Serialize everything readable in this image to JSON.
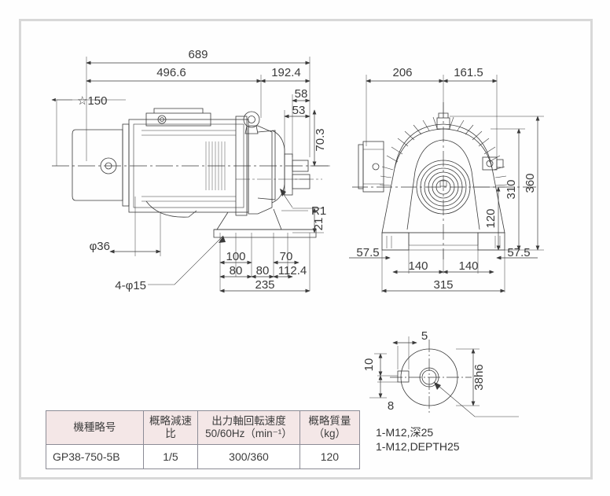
{
  "drawing": {
    "title": "GP38-750-5B gear motor outline dimension drawing",
    "side_view": {
      "dimensions": {
        "overall_length": "689",
        "motor_length": "496.6",
        "gear_length": "192.4",
        "star_mark": "☆150",
        "d58": "58",
        "d53": "53",
        "height_shaft": "70.3",
        "radius": "R1",
        "shaft_dia": "φ36",
        "foot_hole_note": "4-φ15",
        "b100": "100",
        "b70": "70",
        "b80_left": "80",
        "b80_right": "80",
        "b112_4": "112.4",
        "b235": "235",
        "b21": "21"
      }
    },
    "end_view": {
      "dimensions": {
        "w206": "206",
        "w161_5": "161.5",
        "h360": "360",
        "h310": "310",
        "h120": "120",
        "f57_5_left": "57.5",
        "f57_5_right": "57.5",
        "b140_left": "140",
        "b140_right": "140",
        "b315": "315"
      }
    },
    "shaft_detail": {
      "dimensions": {
        "key_width": "5",
        "key_offset": "10",
        "key_depth": "8",
        "shaft_dia": "38h6"
      },
      "notes": {
        "jp": "1-M12,深25",
        "en": "1-M12,DEPTH25"
      }
    }
  },
  "spec_table": {
    "headers": [
      {
        "line1": "機種略号",
        "line2": ""
      },
      {
        "line1": "概略減速比",
        "line2": ""
      },
      {
        "line1": "出力軸回転速度",
        "line2": "50/60Hz（min⁻¹）"
      },
      {
        "line1": "概略質量",
        "line2": "（kg）"
      }
    ],
    "row": {
      "model": "GP38-750-5B",
      "ratio": "1/5",
      "speed": "300/360",
      "mass": "120"
    }
  },
  "colors": {
    "line": "#3a3a3a",
    "frame": "#d8d8d8",
    "header_fill": "#f4e7e7"
  }
}
